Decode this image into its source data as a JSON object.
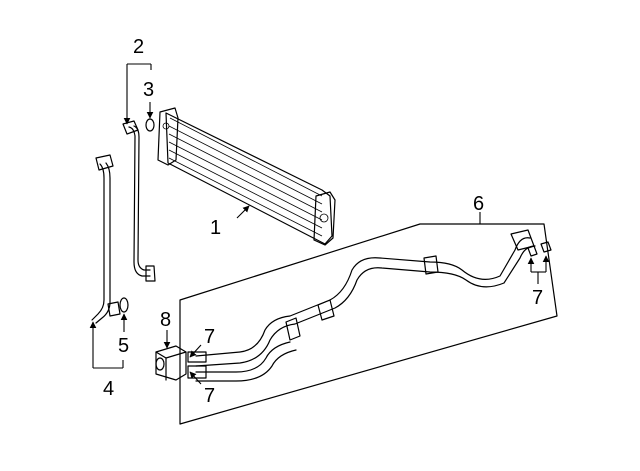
{
  "diagram": {
    "callouts": [
      {
        "id": "c1",
        "text": "1"
      },
      {
        "id": "c2",
        "text": "2"
      },
      {
        "id": "c3",
        "text": "3"
      },
      {
        "id": "c4",
        "text": "4"
      },
      {
        "id": "c5",
        "text": "5"
      },
      {
        "id": "c6",
        "text": "6"
      },
      {
        "id": "c7a",
        "text": "7"
      },
      {
        "id": "c7b",
        "text": "7"
      },
      {
        "id": "c7c",
        "text": "7"
      },
      {
        "id": "c8",
        "text": "8"
      }
    ]
  }
}
